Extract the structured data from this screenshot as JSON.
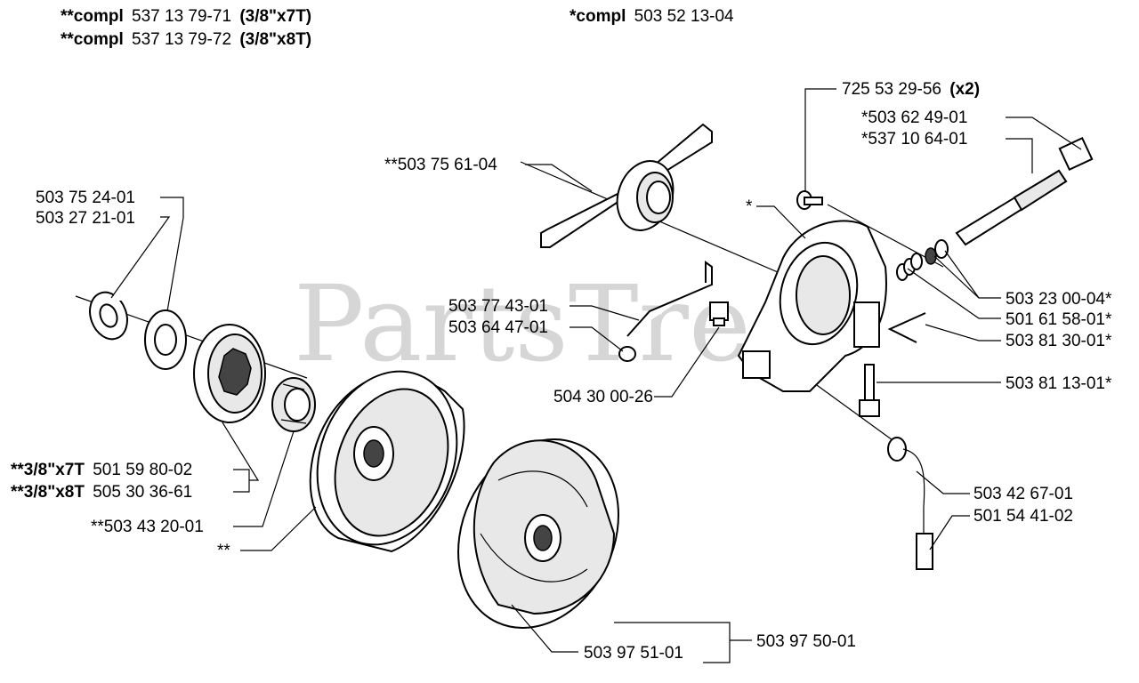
{
  "header": {
    "line1_prefix": "**compl",
    "line1_num": "537 13 79-71",
    "line1_suffix": "(3/8\"x7T)",
    "line2_prefix": "**compl",
    "line2_num": "537 13 79-72",
    "line2_suffix": "(3/8\"x8T)",
    "center_prefix": "*compl",
    "center_num": "503 52 13-04"
  },
  "watermark": "PartsTree",
  "labels": {
    "p725532956": "725 53 29-56",
    "p725532956_qty": "(x2)",
    "p503624901": "*503 62 49-01",
    "p537106401": "*537 10 64-01",
    "p503756104": "**503 75 61-04",
    "p503752401": "503 75 24-01",
    "p503272101": "503 27 21-01",
    "star": "*",
    "p503230004": "503 23 00-04*",
    "p503774301": "503 77 43-01",
    "p501615801": "501 61 58-01*",
    "p503644701": "503 64 47-01",
    "p503813001": "503 81 30-01*",
    "p504300026": "504 30 00-26",
    "p503811301": "503 81 13-01*",
    "p7t_prefix": "**3/8\"x7T",
    "p7t_num": "501 59 80-02",
    "p8t_prefix": "**3/8\"x8T",
    "p8t_num": "505 30 36-61",
    "p503432001": "**503 43 20-01",
    "p503426701": "503 42 67-01",
    "dstar": "**",
    "p501544102": "501 54 41-02",
    "p503975101": "503 97 51-01",
    "p503975001": "503 97 50-01"
  }
}
